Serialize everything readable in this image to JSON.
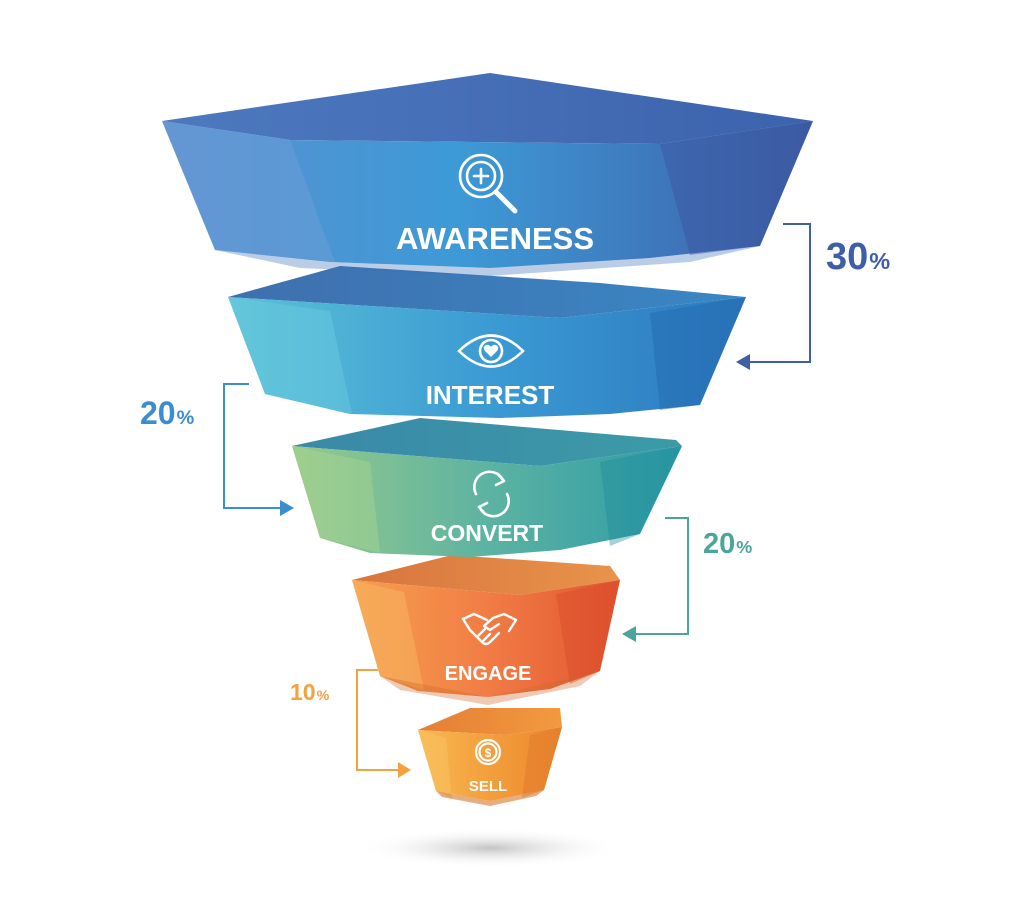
{
  "stages": [
    {
      "label": "AWARENESS",
      "icon": "magnifier-plus-icon",
      "colors": [
        "#4a78c0",
        "#3d9ad6",
        "#3f5ea8"
      ]
    },
    {
      "label": "INTEREST",
      "icon": "eye-heart-icon",
      "colors": [
        "#58b9d0",
        "#3b9bd3",
        "#2f7fc0"
      ]
    },
    {
      "label": "CONVERT",
      "icon": "refresh-arrows-icon",
      "colors": [
        "#8cc58c",
        "#58b0a0",
        "#2f9fa8"
      ]
    },
    {
      "label": "ENGAGE",
      "icon": "handshake-icon",
      "colors": [
        "#f49a4a",
        "#f07a42",
        "#e45a32"
      ]
    },
    {
      "label": "SELL",
      "icon": "dollar-coin-icon",
      "colors": [
        "#f7b54a",
        "#f29a3a",
        "#ec8a30"
      ]
    }
  ],
  "transitions": [
    {
      "value": "30",
      "sign": "%",
      "color": "#3f5ea8"
    },
    {
      "value": "20",
      "sign": "%",
      "color": "#3b8cd0"
    },
    {
      "value": "20",
      "sign": "%",
      "color": "#4aa59a"
    },
    {
      "value": "10",
      "sign": "%",
      "color": "#f4a13f"
    }
  ]
}
